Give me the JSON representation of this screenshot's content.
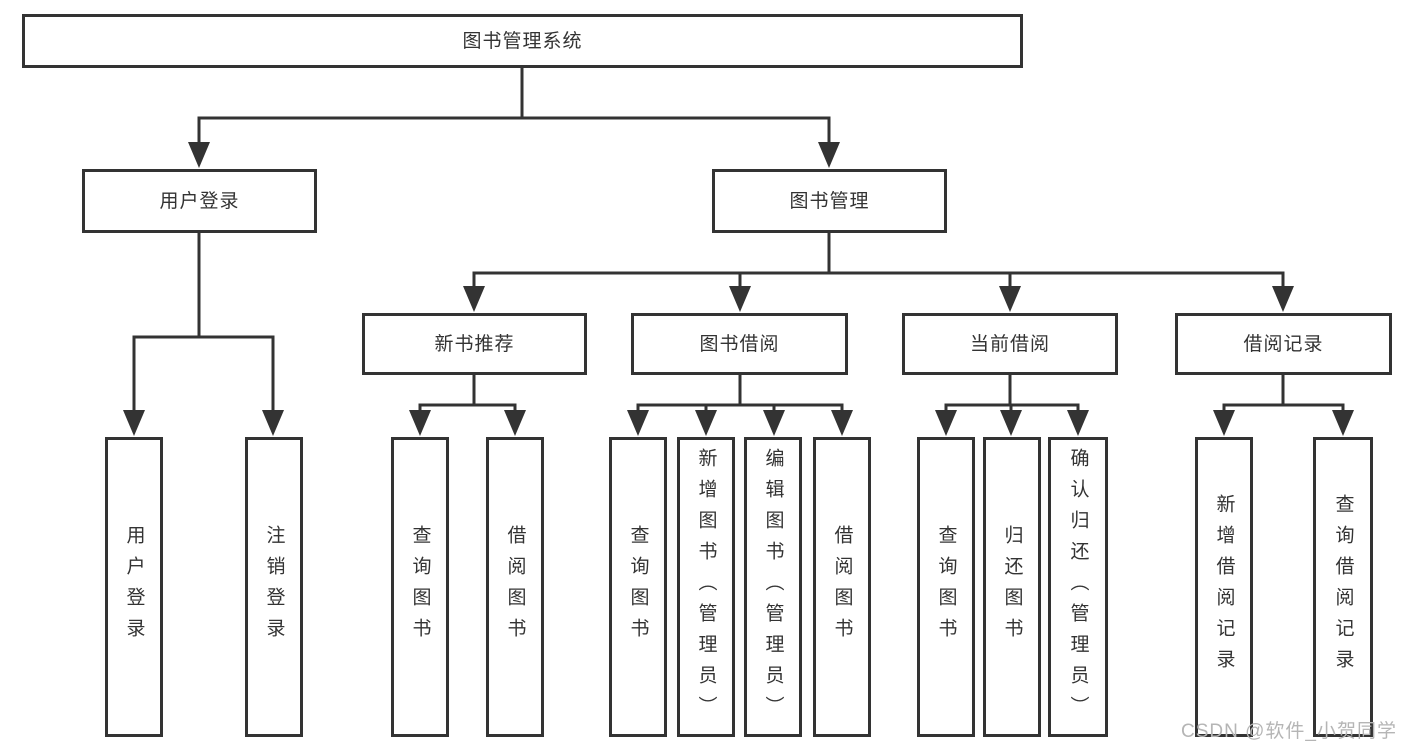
{
  "tree": {
    "label": "图书管理系统",
    "children": [
      {
        "label": "用户登录",
        "children": [
          {
            "label": "用户登录"
          },
          {
            "label": "注销登录"
          }
        ]
      },
      {
        "label": "图书管理",
        "children": [
          {
            "label": "新书推荐",
            "children": [
              {
                "label": "查询图书"
              },
              {
                "label": "借阅图书"
              }
            ]
          },
          {
            "label": "图书借阅",
            "children": [
              {
                "label": "查询图书"
              },
              {
                "label": "新增图书（管理员）"
              },
              {
                "label": "编辑图书（管理员）"
              },
              {
                "label": "借阅图书"
              }
            ]
          },
          {
            "label": "当前借阅",
            "children": [
              {
                "label": "查询图书"
              },
              {
                "label": "归还图书"
              },
              {
                "label": "确认归还（管理员）"
              }
            ]
          },
          {
            "label": "借阅记录",
            "children": [
              {
                "label": "新增借阅记录"
              },
              {
                "label": "查询借阅记录"
              }
            ]
          }
        ]
      }
    ]
  },
  "watermark": {
    "text": "CSDN @软件_小贺同学",
    "color": "#b5b5b5"
  },
  "colors": {
    "line": "#333333",
    "box_border": "#333333",
    "text": "#333333",
    "background": "#ffffff"
  }
}
